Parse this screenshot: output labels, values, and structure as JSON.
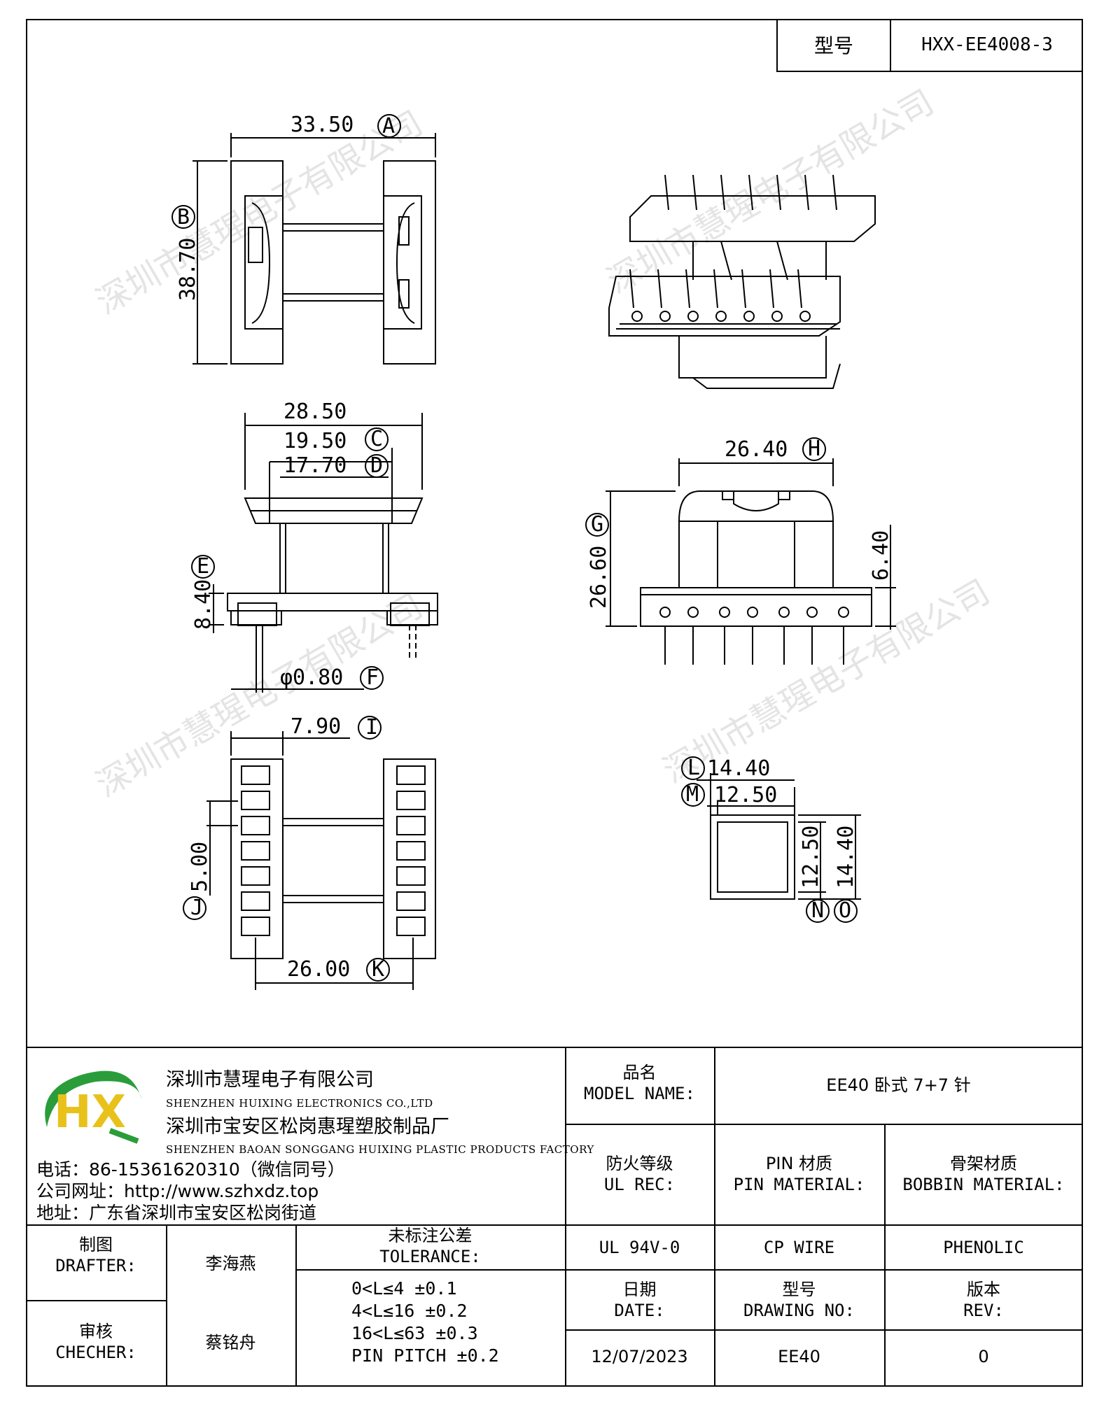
{
  "header": {
    "model_label": "型号",
    "model_value": "HXX-EE4008-3"
  },
  "dimensions": {
    "A": "33.50",
    "B": "38.70",
    "C": "19.50",
    "D": "17.70",
    "top_width": "28.50",
    "E": "8.40",
    "F": "φ0.80",
    "G": "26.60",
    "H": "26.40",
    "side_h": "6.40",
    "I": "7.90",
    "J": "5.00",
    "K": "26.00",
    "L": "14.40",
    "M": "12.50",
    "N": "12.50",
    "O": "14.40"
  },
  "dimension_letters": [
    "A",
    "B",
    "C",
    "D",
    "E",
    "F",
    "G",
    "H",
    "I",
    "J",
    "K",
    "L",
    "M",
    "N",
    "O"
  ],
  "watermark": "深圳市慧瑆电子有限公司",
  "company": {
    "logo_text": "HX",
    "name_cn_1": "深圳市慧瑆电子有限公司",
    "name_en_1": "SHENZHEN HUIXING ELECTRONICS CO.,LTD",
    "name_cn_2": "深圳市宝安区松岗惠瑆塑胶制品厂",
    "name_en_2": "SHENZHEN BAOAN SONGGANG HUIXING PLASTIC PRODUCTS FACTORY",
    "phone": "电话：86-15361620310（微信同号）",
    "website": "公司网址：http://www.szhxdz.top",
    "address": "地址：广东省深圳市宝安区松岗街道"
  },
  "title_block": {
    "model_name_label_cn": "品名",
    "model_name_label_en": "MODEL NAME:",
    "model_name_value": "EE40 卧式 7+7 针",
    "ul_label_cn": "防火等级",
    "ul_label_en": "UL REC:",
    "pin_label_cn": "PIN 材质",
    "pin_label_en": "PIN MATERIAL:",
    "bobbin_label_cn": "骨架材质",
    "bobbin_label_en": "BOBBIN MATERIAL:",
    "drafter_label_cn": "制图",
    "drafter_label_en": "DRAFTER:",
    "drafter_value": "李海燕",
    "tolerance_label_cn": "未标注公差",
    "tolerance_label_en": "TOLERANCE:",
    "ul_value": "UL 94V-0",
    "pin_value": "CP WIRE",
    "bobbin_value": "PHENOLIC",
    "checker_label_cn": "审核",
    "checker_label_en": "CHECHER:",
    "checker_value": "蔡铭舟",
    "tolerances": [
      "0<L≤4  ±0.1",
      "4<L≤16 ±0.2",
      "16<L≤63 ±0.3",
      "PIN PITCH ±0.2"
    ],
    "date_label_cn": "日期",
    "date_label_en": "DATE:",
    "drawing_no_label_cn": "型号",
    "drawing_no_label_en": "DRAWING NO:",
    "rev_label_cn": "版本",
    "rev_label_en": "REV:",
    "date_value": "12/07/2023",
    "drawing_no_value": "EE40",
    "rev_value": "0"
  },
  "colors": {
    "logo_green": "#2a9d3a",
    "logo_yellow": "#e8c21a",
    "watermark": "#cfcfcf"
  }
}
